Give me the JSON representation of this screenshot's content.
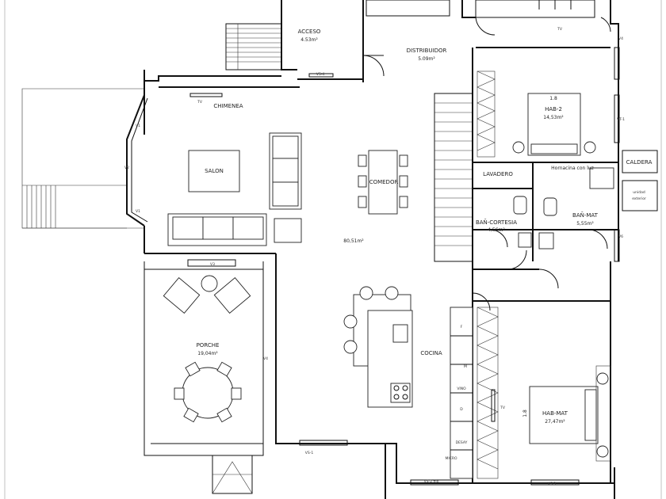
{
  "rooms": {
    "acceso": {
      "name": "ACCESO",
      "area": "4.53m²"
    },
    "distribuidor": {
      "name": "DISTRIBUIDOR",
      "area": "5.09m²"
    },
    "chimenea": {
      "name": "CHIMENEA"
    },
    "salon": {
      "name": "SALON"
    },
    "comedor": {
      "name": "COMEDOR"
    },
    "main_area": {
      "area": "80,51m²"
    },
    "hab2": {
      "name": "HAB-2",
      "area": "14,53m²",
      "bed_size": "1.8"
    },
    "caldera": {
      "name": "CALDERA"
    },
    "unidad_exterior": {
      "line1": "unidad",
      "line2": "exterior"
    },
    "lavadero": {
      "name": "LAVADERO"
    },
    "hornacina": {
      "name": "Hornacina con luz"
    },
    "bano_cortesia": {
      "name": "BAÑ-CORTESIA",
      "area": "4,56m²"
    },
    "bano_mat": {
      "name": "BAÑ-MAT",
      "area": "5,55m²"
    },
    "porche": {
      "name": "PORCHE",
      "area": "19,04m²"
    },
    "cocina": {
      "name": "COCINA"
    },
    "hab_mat": {
      "name": "HAB-MAT",
      "area": "27,47m²",
      "bed_size": "1.8"
    }
  },
  "kitchen_cabinets": [
    "F",
    "M",
    "VINO",
    "D",
    "DESAY",
    "MICRO"
  ],
  "tags": {
    "tv_chimenea": "TV",
    "tv_top": "TV",
    "tv_hab_mat": "TV",
    "vs4": "VS-4",
    "v4_right": "V4",
    "vt1": "VT-1",
    "v6": "V6",
    "v1_top": "V1",
    "v2": "V2",
    "v1_bottom": "V1",
    "v3": "V3",
    "v4_porche": "V4",
    "vs1": "VS-1",
    "vs2": "VS-2 fijo",
    "vs3": "VS-3"
  }
}
